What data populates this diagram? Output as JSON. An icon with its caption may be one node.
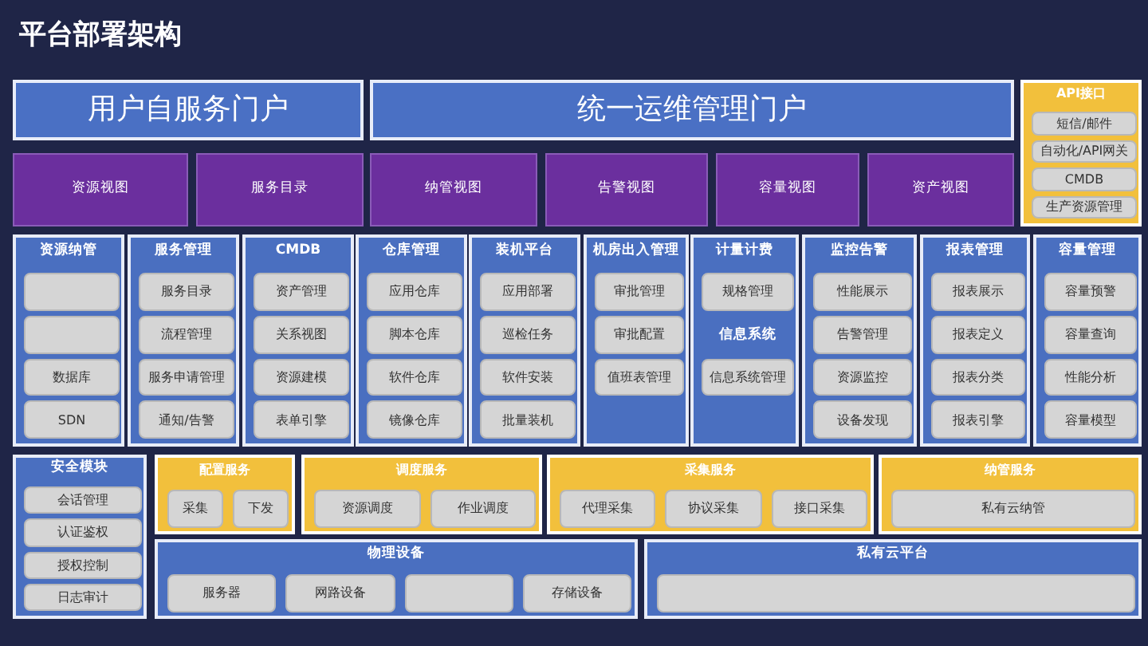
{
  "diagram": {
    "title": "平台部署架构",
    "nodes": [
      {
        "text": [
          "用户自服务门户"
        ]
      },
      {
        "text": [
          "统一运维管理门户"
        ]
      },
      {
        "text": [
          "API接口"
        ]
      },
      {
        "text": [
          "短信/邮件"
        ],
        "in": 2
      },
      {
        "text": [
          "自动化/API网关"
        ],
        "in": 2
      },
      {
        "text": [
          "CMDB"
        ],
        "in": 2
      },
      {
        "text": [
          "生产资源管理"
        ],
        "in": 2
      },
      {
        "text": [
          "资源视图"
        ]
      },
      {
        "text": [
          "服务目录"
        ]
      },
      {
        "text": [
          "纳管视图"
        ]
      },
      {
        "text": [
          "告警视图"
        ]
      },
      {
        "text": [
          "容量视图"
        ]
      },
      {
        "text": [
          "资产视图"
        ]
      },
      {
        "text": [
          "资源纳管"
        ]
      },
      {
        "text": [],
        "shape": "box",
        "in": 13
      },
      {
        "text": [],
        "shape": "box",
        "in": 13
      },
      {
        "text": [
          "数据库"
        ],
        "in": 13
      },
      {
        "text": [
          "SDN"
        ],
        "in": 13
      },
      {
        "text": [
          "服务管理"
        ]
      },
      {
        "text": [
          "服务目录"
        ],
        "in": 18
      },
      {
        "text": [
          "流程管理"
        ],
        "in": 18
      },
      {
        "text": [
          "服务申请管理"
        ],
        "in": 18
      },
      {
        "text": [
          "通知/告警"
        ],
        "in": 18
      },
      {
        "text": [
          "CMDB"
        ]
      },
      {
        "text": [
          "资产管理"
        ],
        "in": 23
      },
      {
        "text": [
          "关系视图"
        ],
        "in": 23
      },
      {
        "text": [
          "资源建模"
        ],
        "in": 23
      },
      {
        "text": [
          "表单引擎"
        ],
        "in": 23
      },
      {
        "text": [
          "仓库管理"
        ]
      },
      {
        "text": [
          "应用仓库"
        ],
        "in": 28
      },
      {
        "text": [
          "脚本仓库"
        ],
        "in": 28
      },
      {
        "text": [
          "软件仓库"
        ],
        "in": 28
      },
      {
        "text": [
          "镜像仓库"
        ],
        "in": 28
      },
      {
        "text": [
          "装机平台"
        ]
      },
      {
        "text": [
          "应用部署"
        ],
        "in": 33
      },
      {
        "text": [
          "巡检任务"
        ],
        "in": 33
      },
      {
        "text": [
          "软件安装"
        ],
        "in": 33
      },
      {
        "text": [
          "批量装机"
        ],
        "in": 33
      },
      {
        "text": [
          "机房出入管理"
        ]
      },
      {
        "text": [
          "审批管理"
        ],
        "in": 38
      },
      {
        "text": [
          "审批配置"
        ],
        "in": 38
      },
      {
        "text": [
          "值班表管理"
        ],
        "in": 38
      },
      {
        "text": [
          "计量计费"
        ]
      },
      {
        "text": [
          "规格管理"
        ],
        "in": 42
      },
      {
        "text": [
          "信息系统管理"
        ],
        "in": 42
      },
      {
        "text": [
          "监控告警"
        ]
      },
      {
        "text": [
          "性能展示"
        ],
        "in": 45
      },
      {
        "text": [
          "告警管理"
        ],
        "in": 45
      },
      {
        "text": [
          "资源监控"
        ],
        "in": 45
      },
      {
        "text": [
          "设备发现"
        ],
        "in": 45
      },
      {
        "text": [
          "报表管理"
        ]
      },
      {
        "text": [
          "报表展示"
        ],
        "in": 50
      },
      {
        "text": [
          "报表定义"
        ],
        "in": 50
      },
      {
        "text": [
          "报表分类"
        ],
        "in": 50
      },
      {
        "text": [
          "报表引擎"
        ],
        "in": 50
      },
      {
        "text": [
          "容量管理"
        ]
      },
      {
        "text": [
          "容量预警"
        ],
        "in": 55
      },
      {
        "text": [
          "容量查询"
        ],
        "in": 55
      },
      {
        "text": [
          "性能分析"
        ],
        "in": 55
      },
      {
        "text": [
          "容量模型"
        ],
        "in": 55
      },
      {
        "text": [
          "安全模块"
        ]
      },
      {
        "text": [
          "会话管理"
        ],
        "in": 60
      },
      {
        "text": [
          "认证鉴权"
        ],
        "in": 60
      },
      {
        "text": [
          "授权控制"
        ],
        "in": 60
      },
      {
        "text": [
          "日志审计"
        ],
        "in": 60
      },
      {
        "text": [
          "配置服务"
        ]
      },
      {
        "text": [
          "采集"
        ],
        "in": 65
      },
      {
        "text": [
          "下发"
        ],
        "in": 65
      },
      {
        "text": [
          "调度服务"
        ]
      },
      {
        "text": [
          "资源调度"
        ],
        "in": 68
      },
      {
        "text": [
          "作业调度"
        ],
        "in": 68
      },
      {
        "text": [
          "采集服务"
        ]
      },
      {
        "text": [
          "代理采集"
        ],
        "in": 71
      },
      {
        "text": [
          "协议采集"
        ],
        "in": 71
      },
      {
        "text": [
          "接口采集"
        ],
        "in": 71
      },
      {
        "text": [
          "纳管服务"
        ]
      },
      {
        "text": [
          "私有云纳管"
        ],
        "in": 75
      },
      {
        "text": [
          "物理设备"
        ]
      },
      {
        "text": [
          "服务器"
        ],
        "in": 77
      },
      {
        "text": [
          "网路设备"
        ],
        "in": 77
      },
      {
        "text": [],
        "shape": "box",
        "in": 77
      },
      {
        "text": [
          "存储设备"
        ],
        "in": 77
      },
      {
        "text": [
          "私有云平台"
        ]
      },
      {
        "text": [],
        "shape": "box",
        "in": 82
      }
    ],
    "labels": [
      "信息系统"
    ]
  }
}
